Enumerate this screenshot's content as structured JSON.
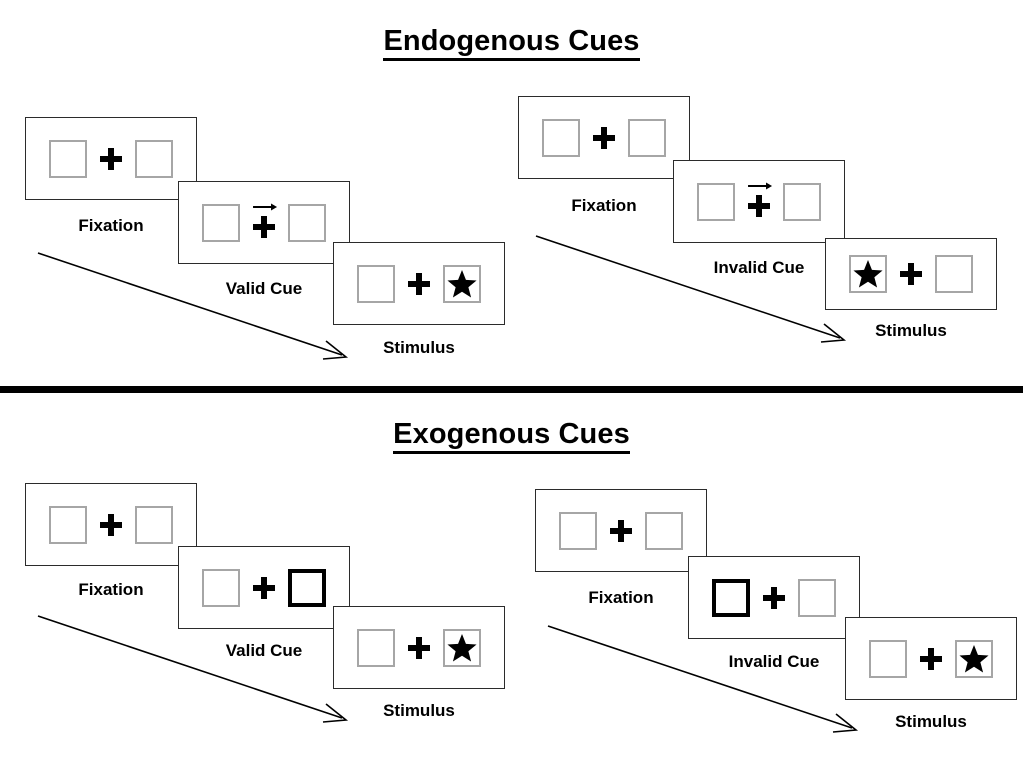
{
  "sections": [
    {
      "id": "endogenous",
      "title": "Endogenous Cues",
      "groups": [
        {
          "id": "endogenous-valid",
          "panels": [
            {
              "id": "fixation",
              "label": "Fixation",
              "cue": "none",
              "left_content": "empty",
              "right_content": "empty"
            },
            {
              "id": "valid-cue",
              "label": "Valid Cue",
              "cue": "arrow-right",
              "left_content": "empty",
              "right_content": "empty"
            },
            {
              "id": "stimulus",
              "label": "Stimulus",
              "cue": "none",
              "left_content": "empty",
              "right_content": "star"
            }
          ]
        },
        {
          "id": "endogenous-invalid",
          "panels": [
            {
              "id": "fixation",
              "label": "Fixation",
              "cue": "none",
              "left_content": "empty",
              "right_content": "empty"
            },
            {
              "id": "invalid-cue",
              "label": "Invalid Cue",
              "cue": "arrow-right",
              "left_content": "empty",
              "right_content": "empty"
            },
            {
              "id": "stimulus",
              "label": "Stimulus",
              "cue": "none",
              "left_content": "star",
              "right_content": "empty"
            }
          ]
        }
      ]
    },
    {
      "id": "exogenous",
      "title": "Exogenous Cues",
      "groups": [
        {
          "id": "exogenous-valid",
          "panels": [
            {
              "id": "fixation",
              "label": "Fixation",
              "cue": "none",
              "left_content": "empty",
              "right_content": "empty"
            },
            {
              "id": "valid-cue",
              "label": "Valid Cue",
              "cue": "box-right",
              "left_content": "empty",
              "right_content": "empty"
            },
            {
              "id": "stimulus",
              "label": "Stimulus",
              "cue": "none",
              "left_content": "empty",
              "right_content": "star"
            }
          ]
        },
        {
          "id": "exogenous-invalid",
          "panels": [
            {
              "id": "fixation",
              "label": "Fixation",
              "cue": "none",
              "left_content": "empty",
              "right_content": "empty"
            },
            {
              "id": "invalid-cue",
              "label": "Invalid Cue",
              "cue": "box-left",
              "left_content": "empty",
              "right_content": "empty"
            },
            {
              "id": "stimulus",
              "label": "Stimulus",
              "cue": "none",
              "left_content": "empty",
              "right_content": "star"
            }
          ]
        }
      ]
    }
  ],
  "icons": {
    "fixation_cross": "plus-icon",
    "target": "star-icon",
    "endogenous_cue": "arrow-right-icon",
    "timeline": "timeline-arrow-icon"
  },
  "colors": {
    "panel_border": "#2b2b2b",
    "box_border": "#a6a6a6",
    "cued_box_border": "#000000",
    "ink": "#000000",
    "background": "#ffffff"
  },
  "labels": {
    "endogenous_title": "Endogenous Cues",
    "exogenous_title": "Exogenous Cues",
    "fixation": "Fixation",
    "valid_cue": "Valid Cue",
    "invalid_cue": "Invalid Cue",
    "stimulus": "Stimulus"
  }
}
